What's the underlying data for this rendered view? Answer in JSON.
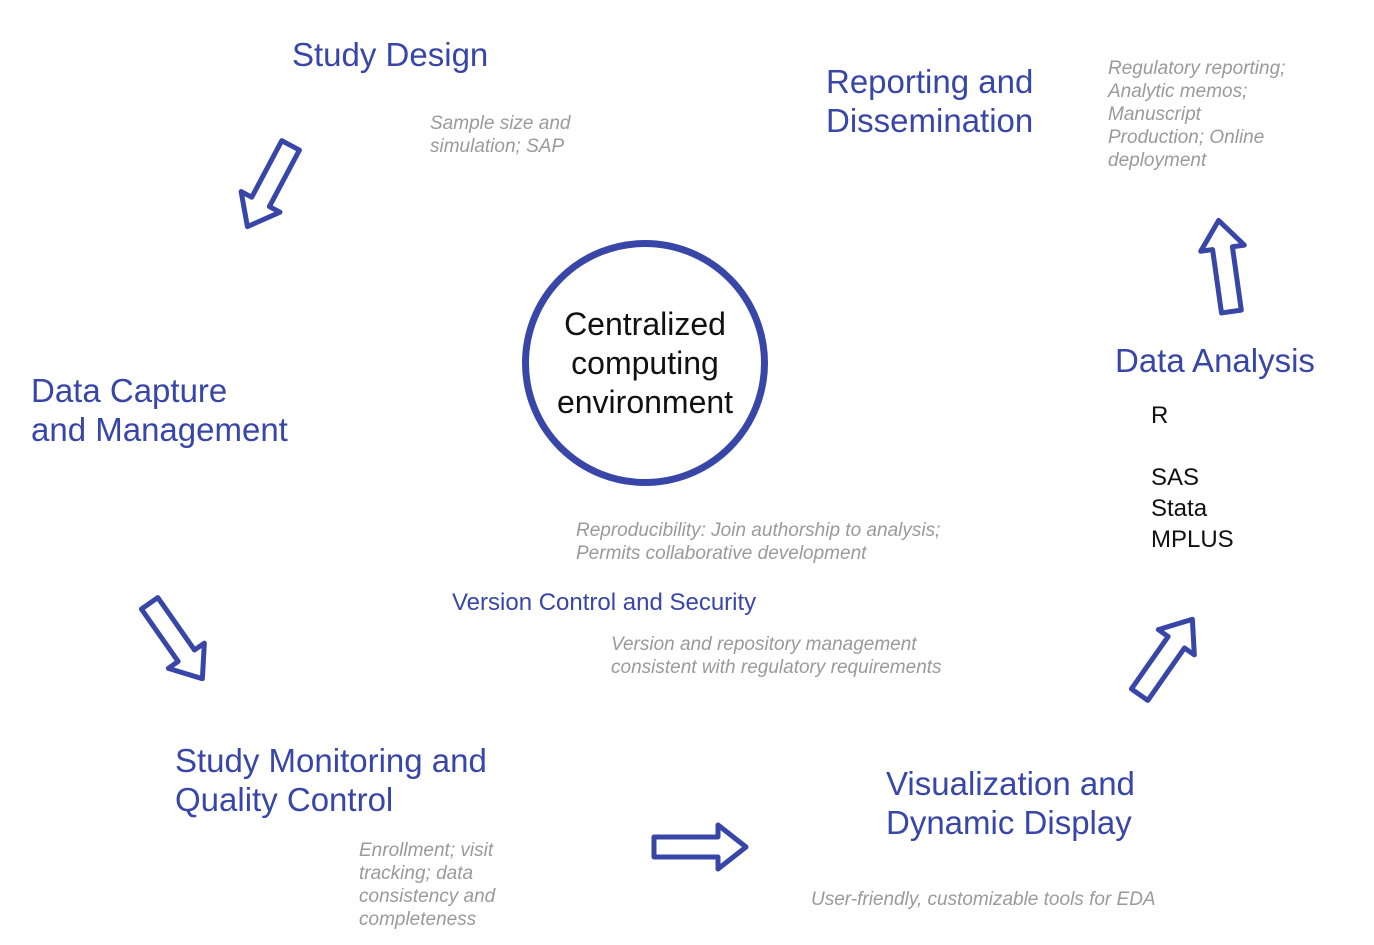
{
  "hub": {
    "label": "Centralized\ncomputing\nenvironment"
  },
  "stages": {
    "study_design": {
      "title": "Study Design",
      "note": "Sample size and\nsimulation; SAP"
    },
    "reporting": {
      "title": "Reporting and\nDissemination",
      "note": "Regulatory reporting;\nAnalytic memos;\nManuscript\nProduction; Online\ndeployment"
    },
    "data_analysis": {
      "title": "Data Analysis",
      "tools": [
        "R",
        "",
        "SAS",
        "Stata",
        "MPLUS"
      ]
    },
    "data_capture": {
      "title": "Data Capture\nand Management"
    },
    "monitoring": {
      "title": "Study Monitoring and\nQuality Control",
      "note": "Enrollment; visit\ntracking; data\nconsistency and\ncompleteness"
    },
    "visualization": {
      "title": "Visualization and\nDynamic Display",
      "note": "User-friendly, customizable tools for EDA"
    }
  },
  "version_control": {
    "reproducibility_note": "Reproducibility: Join authorship to analysis;\nPermits collaborative development",
    "title": "Version Control and Security",
    "note": "Version and repository management\nconsistent with regulatory requirements"
  },
  "colors": {
    "accent": "#3846a8",
    "note_text": "#9a9a9a",
    "body_text": "#111111"
  },
  "icons": [
    "arrow-down-left-icon",
    "arrow-down-right-icon",
    "arrow-right-icon",
    "arrow-up-right-icon",
    "arrow-up-icon"
  ]
}
